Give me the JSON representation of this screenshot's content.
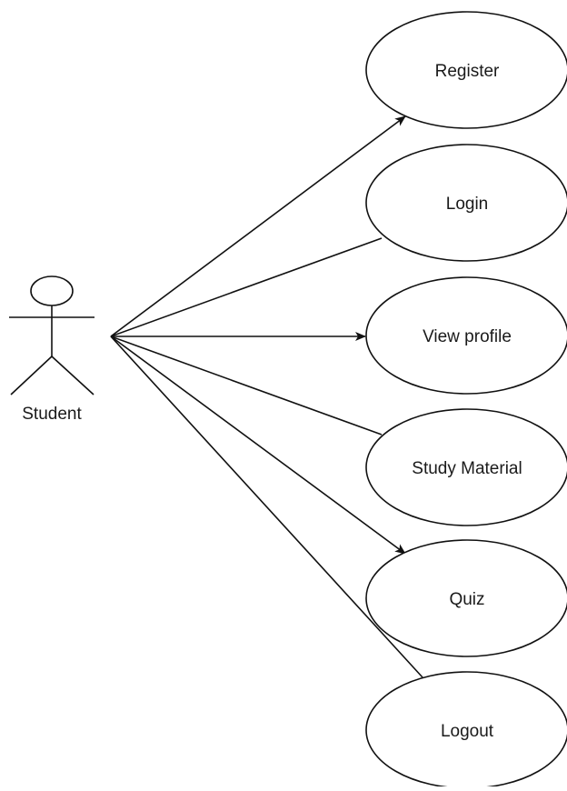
{
  "actor": {
    "label": "Student"
  },
  "use_cases": [
    {
      "label": "Register"
    },
    {
      "label": "Login"
    },
    {
      "label": "View profile"
    },
    {
      "label": "Study Material"
    },
    {
      "label": "Quiz"
    },
    {
      "label": "Logout"
    }
  ],
  "colors": {
    "line": "#111111",
    "background": "#ffffff"
  }
}
